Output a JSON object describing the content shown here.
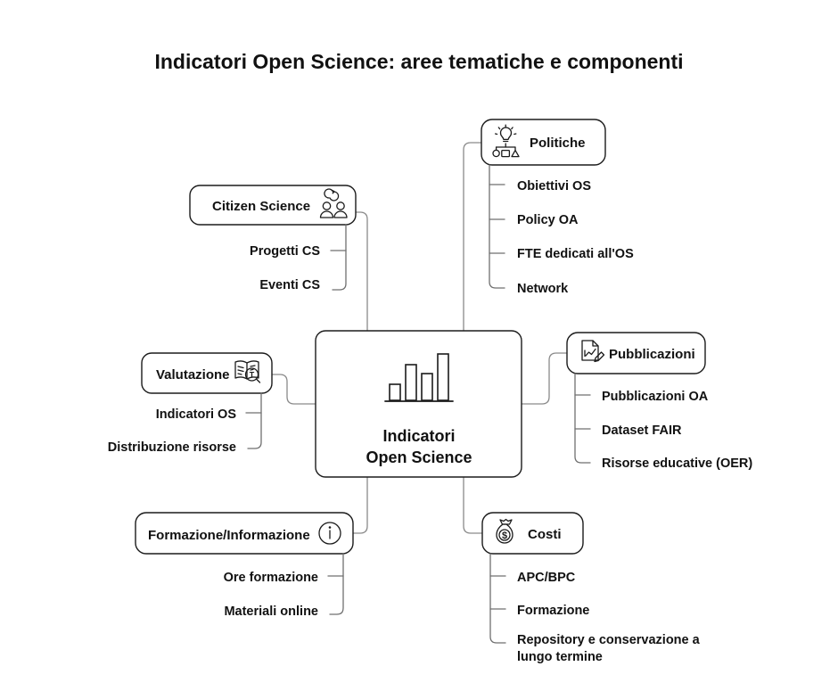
{
  "page": {
    "title": "Indicatori Open Science: aree tematiche e componenti",
    "background_color": "#ffffff",
    "text_color": "#111111",
    "connector_color": "#8a8a8a",
    "node_border_color": "#1b1b1b"
  },
  "center": {
    "name": "central-node",
    "line1": "Indicatori",
    "line2": "Open Science",
    "icon": "bar-chart-icon",
    "bars": [
      18,
      40,
      30,
      52
    ]
  },
  "branches": [
    {
      "id": "politiche",
      "label": "Politiche",
      "icon": "strategy-lightbulb-icon",
      "side": "right",
      "children": [
        {
          "label": "Obiettivi OS"
        },
        {
          "label": "Policy OA"
        },
        {
          "label": "FTE dedicati all'OS"
        },
        {
          "label": "Network"
        }
      ]
    },
    {
      "id": "citizen-science",
      "label": "Citizen Science",
      "icon": "community-people-icon",
      "side": "left",
      "children": [
        {
          "label": "Progetti CS"
        },
        {
          "label": "Eventi CS"
        }
      ]
    },
    {
      "id": "valutazione",
      "label": "Valutazione",
      "icon": "book-magnifier-icon",
      "side": "left",
      "children": [
        {
          "label": "Indicatori OS"
        },
        {
          "label": "Distribuzione risorse"
        }
      ]
    },
    {
      "id": "pubblicazioni",
      "label": "Pubblicazioni",
      "icon": "document-chart-pencil-icon",
      "side": "right",
      "children": [
        {
          "label": "Pubblicazioni OA"
        },
        {
          "label": "Dataset FAIR"
        },
        {
          "label": "Risorse educative (OER)"
        }
      ]
    },
    {
      "id": "formazione-informazione",
      "label": "Formazione/Informazione",
      "icon": "info-circle-icon",
      "side": "left",
      "children": [
        {
          "label": "Ore formazione"
        },
        {
          "label": "Materiali online"
        }
      ]
    },
    {
      "id": "costi",
      "label": "Costi",
      "icon": "money-bag-icon",
      "side": "right",
      "children": [
        {
          "label": "APC/BPC"
        },
        {
          "label": "Formazione"
        },
        {
          "label": "Repository e conservazione a"
        },
        {
          "label": "lungo termine"
        }
      ]
    }
  ]
}
